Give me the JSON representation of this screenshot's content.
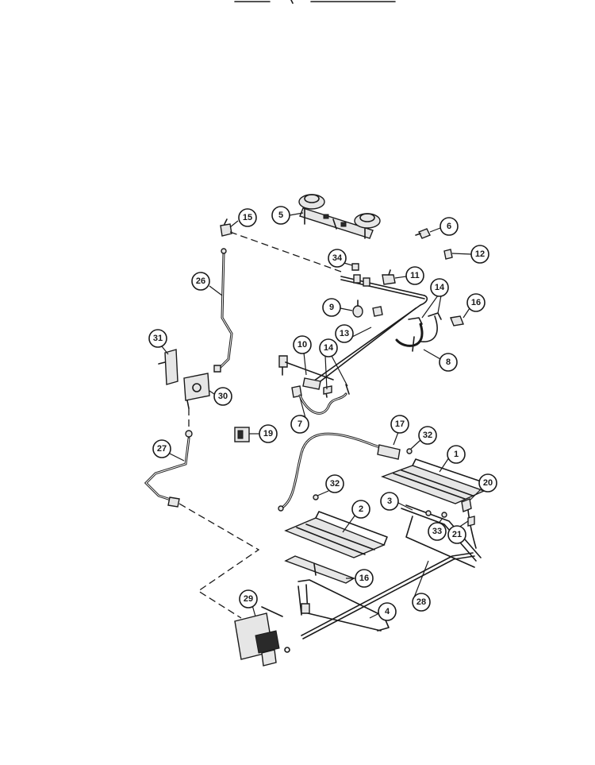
{
  "callouts": [
    {
      "label": "15"
    },
    {
      "label": "5"
    },
    {
      "label": "6"
    },
    {
      "label": "12"
    },
    {
      "label": "34"
    },
    {
      "label": "11"
    },
    {
      "label": "26"
    },
    {
      "label": "14"
    },
    {
      "label": "9"
    },
    {
      "label": "16"
    },
    {
      "label": "13"
    },
    {
      "label": "31"
    },
    {
      "label": "10"
    },
    {
      "label": "14"
    },
    {
      "label": "8"
    },
    {
      "label": "30"
    },
    {
      "label": "7"
    },
    {
      "label": "19"
    },
    {
      "label": "17"
    },
    {
      "label": "32"
    },
    {
      "label": "27"
    },
    {
      "label": "1"
    },
    {
      "label": "32"
    },
    {
      "label": "20"
    },
    {
      "label": "3"
    },
    {
      "label": "2"
    },
    {
      "label": "33"
    },
    {
      "label": "21"
    },
    {
      "label": "16"
    },
    {
      "label": "29"
    },
    {
      "label": "28"
    },
    {
      "label": "4"
    }
  ]
}
